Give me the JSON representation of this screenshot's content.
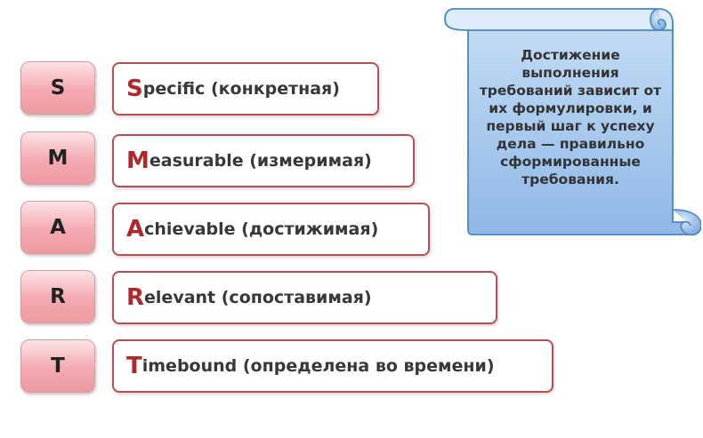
{
  "rows": [
    {
      "letter": "S",
      "first": "S",
      "rest": "pecific (конкретная)"
    },
    {
      "letter": "M",
      "first": "M",
      "rest": "easurable (измеримая)"
    },
    {
      "letter": "A",
      "first": "A",
      "rest": "chievable (достижимая)"
    },
    {
      "letter": "R",
      "first": "R",
      "rest": "elevant (сопоставимая)"
    },
    {
      "letter": "T",
      "first": "T",
      "rest": "imebound (определена во времени)"
    }
  ],
  "scroll": {
    "text": "Достижение\nвыполнения\nтребований зависит от\nих формулировки, и\nпервый шаг к успеху\nдела — правильно\nсформированные\nтребования."
  }
}
